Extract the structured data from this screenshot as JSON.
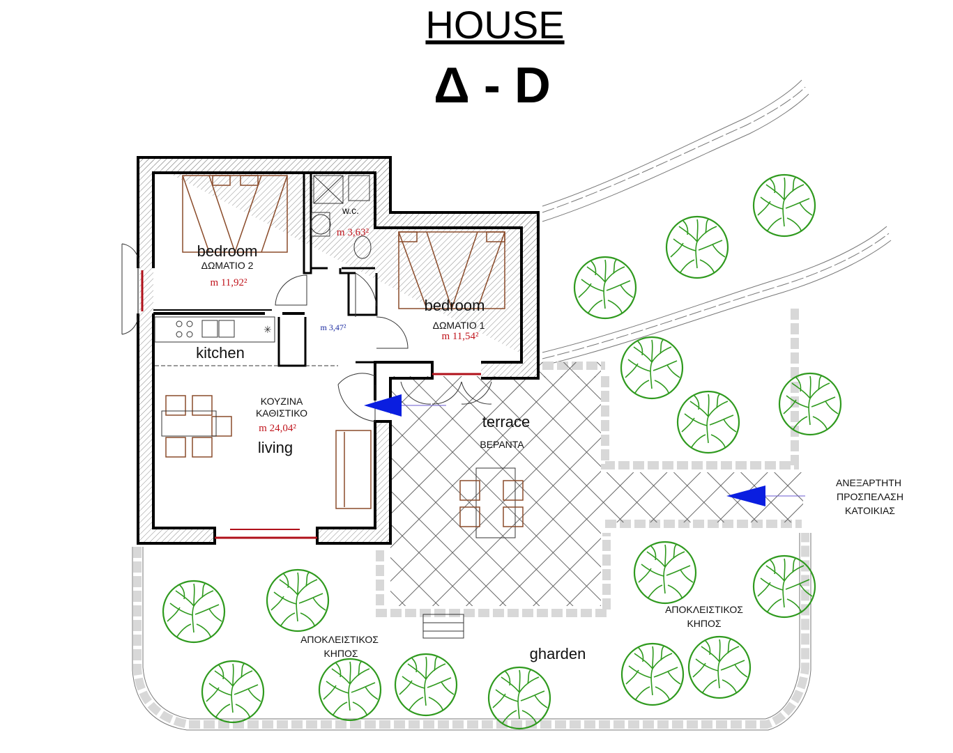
{
  "title": {
    "line1": "HOUSE",
    "line2": "Δ - D"
  },
  "rooms": {
    "bedroom2": {
      "en": "bedroom",
      "gr": "ΔΩΜΑΤΙΟ 2",
      "area": "m 11,92²"
    },
    "wc": {
      "en": "w.c.",
      "area": "m 3,63²"
    },
    "bedroom1": {
      "en": "bedroom",
      "gr": "ΔΩΜΑΤΙΟ 1",
      "area": "m 11,54²"
    },
    "hall": {
      "area": "m 3,47²"
    },
    "kitchen": {
      "en": "kitchen"
    },
    "living": {
      "gr1": "ΚΟΥΖΙΝΑ",
      "gr2": "ΚΑΘΙΣΤΙΚΟ",
      "area": "m 24,04²",
      "en": "living"
    },
    "terrace": {
      "en": "terrace",
      "gr": "ΒΕΡΑΝΤΑ"
    }
  },
  "access": {
    "line1": "ΑΝΕΞΑΡΤΗΤΗ",
    "line2": "ΠΡΟΣΠΕΛΑΣΗ",
    "line3": "ΚΑΤΟΙΚΙΑΣ"
  },
  "garden": {
    "left_gr1": "ΑΠΟΚΛΕΙΣΤΙΚΟΣ",
    "left_gr2": "ΚΗΠΟΣ",
    "right_gr1": "ΑΠΟΚΛΕΙΣΤΙΚΟΣ",
    "right_gr2": "ΚΗΠΟΣ",
    "en": "gharden"
  },
  "colors": {
    "wall": "#000000",
    "area_red": "#c0141c",
    "area_blue": "#1a2aa0",
    "tree": "#2f9a1e",
    "arrow": "#0a1ee0",
    "window": "#b0101a",
    "furniture": "#8a4b2a"
  }
}
